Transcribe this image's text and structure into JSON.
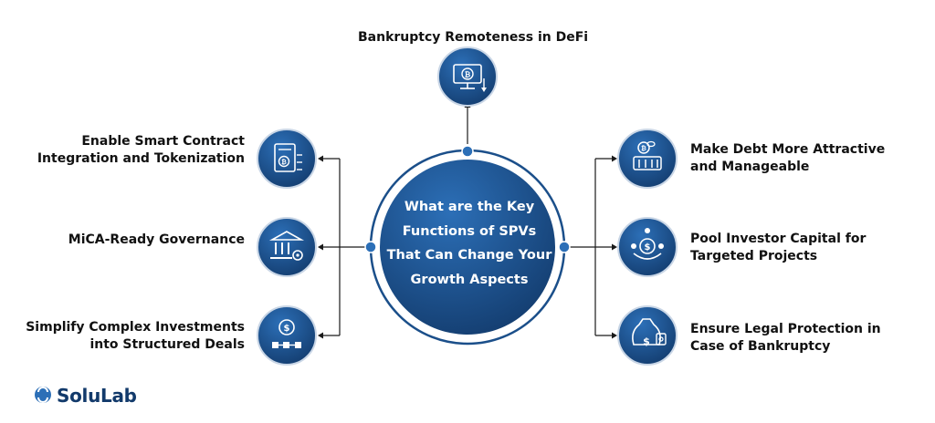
{
  "center": {
    "lines": [
      "What are the Key",
      "Functions of SPVs",
      "That Can Change Your",
      "Growth Aspects"
    ]
  },
  "top": {
    "label": "Bankruptcy Remoteness in DeFi",
    "icon": "bitcoin-monitor-icon"
  },
  "left_items": [
    {
      "lines": [
        "Enable Smart Contract",
        "Integration and Tokenization"
      ],
      "icon": "tokenized-document-icon"
    },
    {
      "lines": [
        "MiCA-Ready Governance"
      ],
      "icon": "government-building-gear-icon"
    },
    {
      "lines": [
        "Simplify Complex Investments",
        "into Structured Deals"
      ],
      "icon": "structured-deal-icon"
    }
  ],
  "right_items": [
    {
      "lines": [
        "Make Debt More Attractive",
        "and Manageable"
      ],
      "icon": "debt-bitcoin-icon"
    },
    {
      "lines": [
        "Pool Investor Capital for",
        "Targeted Projects"
      ],
      "icon": "investor-pool-icon"
    },
    {
      "lines": [
        "Ensure Legal Protection in",
        "Case of Bankruptcy"
      ],
      "icon": "money-bag-safe-icon"
    }
  ],
  "brand": {
    "name": "SoluLab"
  },
  "colors": {
    "primary": "#1b4f8a",
    "primary_dark": "#123a6b",
    "primary_light": "#2c6fb7",
    "ring": "#1b4f8a",
    "connector": "#1a1a1a",
    "text": "#111111"
  }
}
